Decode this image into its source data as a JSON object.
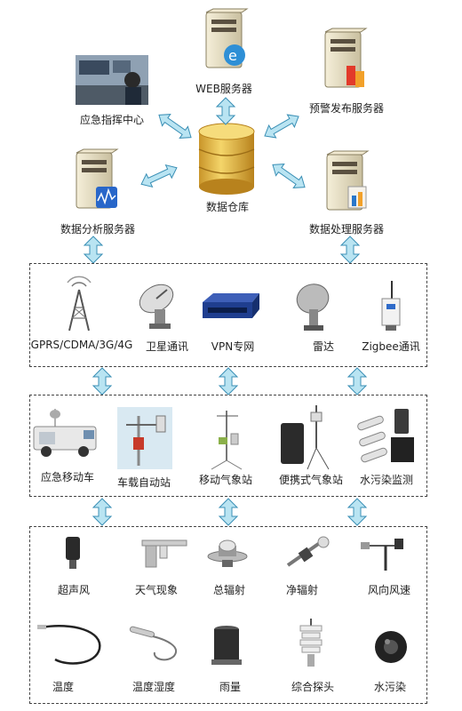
{
  "top": {
    "web_server": "WEB服务器",
    "warning_server": "预警发布服务器",
    "command_center": "应急指挥中心",
    "analysis_server": "数据分析服务器",
    "warehouse": "数据仓库",
    "processing_server": "数据处理服务器"
  },
  "network": [
    {
      "label": "GPRS/CDMA/3G/4G",
      "icon": "cell-tower-icon"
    },
    {
      "label": "卫星通讯",
      "icon": "satellite-dish-icon"
    },
    {
      "label": "VPN专网",
      "icon": "router-icon"
    },
    {
      "label": "雷达",
      "icon": "radar-icon"
    },
    {
      "label": "Zigbee通讯",
      "icon": "zigbee-module-icon"
    }
  ],
  "stations": [
    {
      "label": "应急移动车",
      "icon": "mobile-vehicle-icon"
    },
    {
      "label": "车载自动站",
      "icon": "vehicle-station-icon"
    },
    {
      "label": "移动气象站",
      "icon": "weather-station-icon"
    },
    {
      "label": "便携式气象站",
      "icon": "portable-station-icon"
    },
    {
      "label": "水污染监测",
      "icon": "water-monitor-icon"
    }
  ],
  "sensors_row1": [
    {
      "label": "超声风",
      "icon": "ultrasonic-wind-icon"
    },
    {
      "label": "天气现象",
      "icon": "weather-phenomenon-icon"
    },
    {
      "label": "总辐射",
      "icon": "total-radiation-icon"
    },
    {
      "label": "净辐射",
      "icon": "net-radiation-icon"
    },
    {
      "label": "风向风速",
      "icon": "wind-vane-icon"
    }
  ],
  "sensors_row2": [
    {
      "label": "温度",
      "icon": "temperature-probe-icon"
    },
    {
      "label": "温度湿度",
      "icon": "humidity-probe-icon"
    },
    {
      "label": "雨量",
      "icon": "rain-gauge-icon"
    },
    {
      "label": "综合探头",
      "icon": "combined-probe-icon"
    },
    {
      "label": "水污染",
      "icon": "water-pollution-icon"
    }
  ],
  "colors": {
    "arrow_fill": "#b9e4f2",
    "arrow_stroke": "#3a8fb5",
    "server": "#eae2c9",
    "cylinder": "#e2b93a"
  }
}
